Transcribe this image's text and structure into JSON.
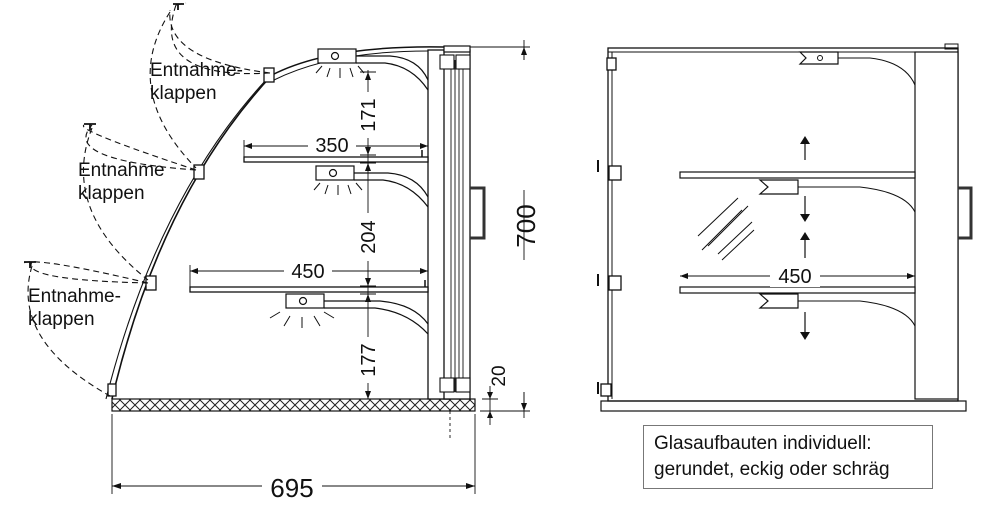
{
  "left_view": {
    "flap_labels": [
      {
        "line1": "Entnahme-",
        "line2": "klappen"
      },
      {
        "line1": "Entnahme",
        "line2": "klappen"
      },
      {
        "line1": "Entnahme-",
        "line2": "klappen"
      }
    ],
    "dimensions": {
      "width_total": "695",
      "height_total": "700",
      "shelf_upper_depth": "350",
      "shelf_lower_depth": "450",
      "gap_top": "171",
      "gap_middle": "204",
      "gap_bottom": "177",
      "base_height": "20"
    }
  },
  "right_view": {
    "shelf_depth": "450",
    "note_line1": "Glasaufbauten individuell:",
    "note_line2": "gerundet, eckig oder schräg"
  }
}
